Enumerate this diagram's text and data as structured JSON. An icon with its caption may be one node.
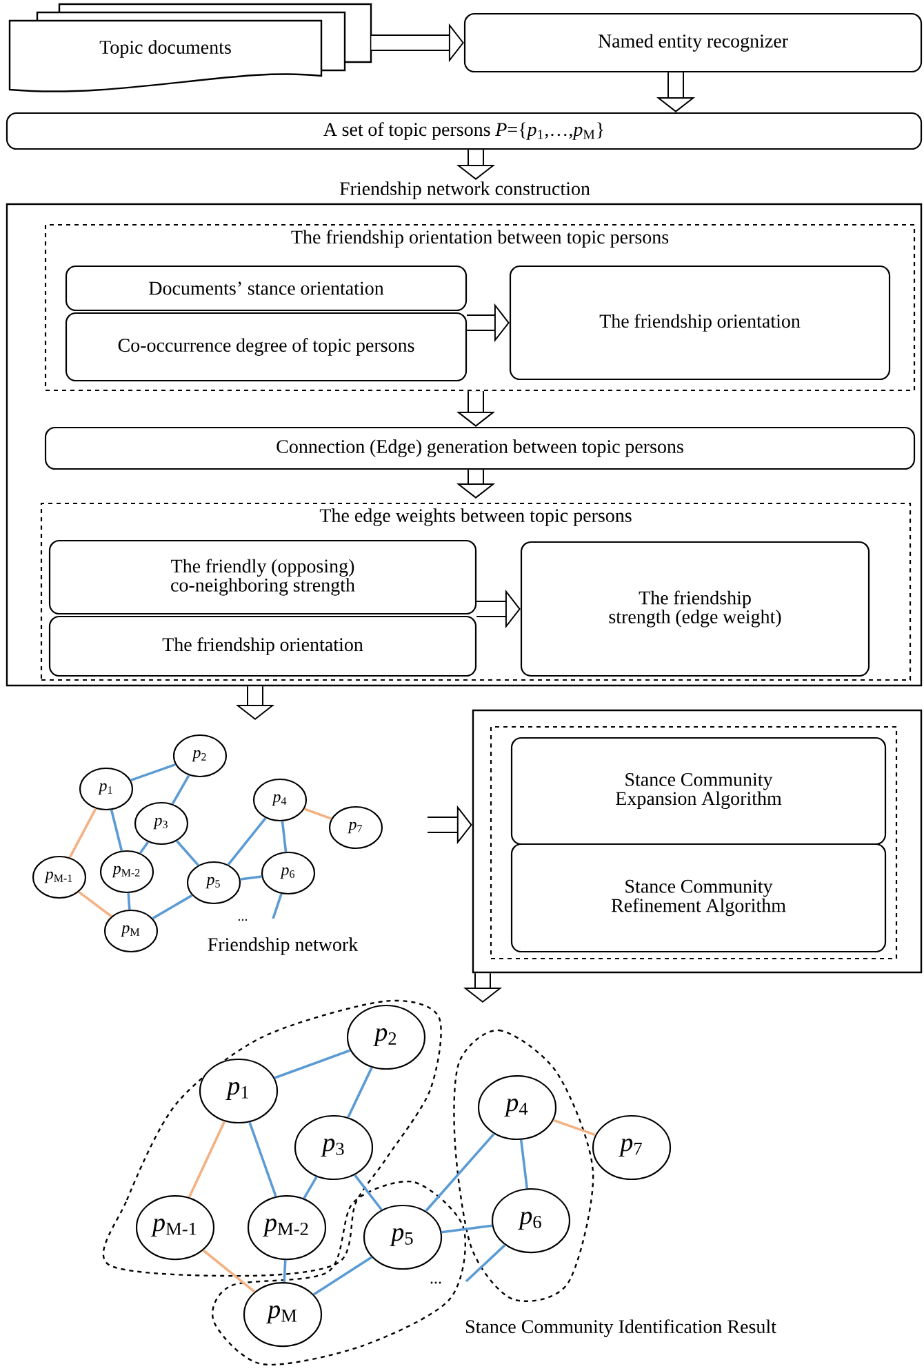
{
  "diagram": {
    "nodes": [
      {
        "text": [
          "Topic documents"
        ]
      },
      {
        "text": [
          "Named entity recognizer"
        ]
      },
      {
        "text": [
          "A set of topic persons *P*={*p*$_{1}$,…,*p*$_{M}$}"
        ]
      },
      {
        "text": [
          "Friendship network construction"
        ]
      },
      {
        "text": [
          "The friendship orientation between topic persons"
        ],
        "in": 3
      },
      {
        "text": [
          "Documents’ stance orientation"
        ],
        "in": 4
      },
      {
        "text": [
          "Co-occurrence degree of topic persons"
        ],
        "in": 4
      },
      {
        "text": [
          "The friendship orientation"
        ],
        "in": 4
      },
      {
        "text": [
          "Connection (Edge) generation between topic persons"
        ],
        "in": 3
      },
      {
        "text": [
          "The edge weights between topic persons"
        ],
        "in": 3
      },
      {
        "text": [
          "The friendly (opposing) co-neighboring strength"
        ],
        "in": 9
      },
      {
        "text": [
          "The friendship orientation"
        ],
        "in": 9
      },
      {
        "text": [
          "The friendship strength (edge weight)"
        ],
        "in": 9
      },
      {
        "text": [
          "*p*$_{2}$"
        ]
      },
      {
        "text": [
          "*p*$_{1}$"
        ]
      },
      {
        "text": [
          "*p*$_{4}$"
        ]
      },
      {
        "text": [
          "*p*$_{3}$"
        ]
      },
      {
        "text": [
          "*p*$_{7}$"
        ]
      },
      {
        "text": [
          "*p*$_{M-2}$"
        ]
      },
      {
        "text": [
          "*p*$_{6}$"
        ]
      },
      {
        "text": [
          "*p*$_{M-1}$"
        ]
      },
      {
        "text": [
          "*p*$_{5}$"
        ]
      },
      {
        "text": [
          "*p*$_{M}$"
        ]
      },
      {
        "text": [],
        "shape": "box"
      },
      {
        "text": [],
        "shape": "box",
        "in": 23
      },
      {
        "text": [
          "Stance Community Expansion Algorithm"
        ],
        "in": 24
      },
      {
        "text": [
          "Stance Community Refinement Algorithm"
        ],
        "in": 24
      },
      {
        "text": [
          "*p*$_{2}$"
        ]
      },
      {
        "text": [
          "*p*$_{1}$"
        ]
      },
      {
        "text": [
          "*p*$_{4}$"
        ]
      },
      {
        "text": [
          "*p*$_{3}$"
        ]
      },
      {
        "text": [
          "*p*$_{7}$"
        ]
      },
      {
        "text": [
          "*p*$_{M-2}$"
        ]
      },
      {
        "text": [
          "*p*$_{6}$"
        ]
      },
      {
        "text": [
          "*p*$_{M-1}$"
        ]
      },
      {
        "text": [
          "*p*$_{5}$"
        ]
      },
      {
        "text": [
          "*p*$_{M}$"
        ]
      }
    ],
    "edges": [
      {
        "from": 0,
        "to": 1,
        "arrow": "to",
        "style": "thick",
        "color": "#000000"
      },
      {
        "from": 1,
        "to": 2,
        "arrow": "to",
        "style": "thick",
        "color": "#000000"
      },
      {
        "from": 2,
        "to": 3,
        "arrow": "to",
        "style": "thick",
        "color": "#000000"
      },
      {
        "from": 5,
        "to": 7,
        "arrow": "to",
        "style": "thick",
        "color": "#000000"
      },
      {
        "from": 6,
        "to": 7,
        "arrow": "to",
        "style": "thick",
        "color": "#000000"
      },
      {
        "from": 4,
        "to": 8,
        "arrow": "to",
        "style": "thick",
        "color": "#000000"
      },
      {
        "from": 8,
        "to": 9,
        "arrow": "to",
        "style": "thick",
        "color": "#000000"
      },
      {
        "from": 10,
        "to": 12,
        "arrow": "to",
        "style": "thick",
        "color": "#000000"
      },
      {
        "from": 11,
        "to": 12,
        "arrow": "to",
        "style": "thick",
        "color": "#000000"
      },
      {
        "from": 3,
        "to": null,
        "arrow": "to",
        "style": "thick",
        "color": "#000000"
      },
      {
        "from": null,
        "to": 23,
        "arrow": "to",
        "style": "thick",
        "color": "#000000"
      },
      {
        "from": 23,
        "to": null,
        "arrow": "to",
        "style": "thick",
        "color": "#000000"
      },
      {
        "from": 14,
        "to": 13,
        "arrow": "none",
        "color": "#5b9bd5"
      },
      {
        "from": 13,
        "to": 16,
        "arrow": "none",
        "color": "#5b9bd5"
      },
      {
        "from": 14,
        "to": 18,
        "arrow": "none",
        "color": "#5b9bd5"
      },
      {
        "from": 16,
        "to": 18,
        "arrow": "none",
        "color": "#5b9bd5"
      },
      {
        "from": 16,
        "to": 21,
        "arrow": "none",
        "color": "#5b9bd5"
      },
      {
        "from": 15,
        "to": 21,
        "arrow": "none",
        "color": "#5b9bd5"
      },
      {
        "from": 15,
        "to": 19,
        "arrow": "none",
        "color": "#5b9bd5"
      },
      {
        "from": 21,
        "to": 19,
        "arrow": "none",
        "color": "#5b9bd5"
      },
      {
        "from": 21,
        "to": 22,
        "arrow": "none",
        "color": "#5b9bd5"
      },
      {
        "from": 18,
        "to": 22,
        "arrow": "none",
        "color": "#5b9bd5"
      },
      {
        "from": 19,
        "to": null,
        "arrow": "none",
        "color": "#5b9bd5"
      },
      {
        "from": 14,
        "to": 20,
        "arrow": "none",
        "color": "#f4b183"
      },
      {
        "from": 20,
        "to": 22,
        "arrow": "none",
        "color": "#f4b183"
      },
      {
        "from": 15,
        "to": 17,
        "arrow": "none",
        "color": "#f4b183"
      },
      {
        "from": 28,
        "to": 27,
        "arrow": "none",
        "color": "#5b9bd5"
      },
      {
        "from": 27,
        "to": 30,
        "arrow": "none",
        "color": "#5b9bd5"
      },
      {
        "from": 28,
        "to": 32,
        "arrow": "none",
        "color": "#5b9bd5"
      },
      {
        "from": 30,
        "to": 32,
        "arrow": "none",
        "color": "#5b9bd5"
      },
      {
        "from": 30,
        "to": 35,
        "arrow": "none",
        "color": "#5b9bd5"
      },
      {
        "from": 29,
        "to": 35,
        "arrow": "none",
        "color": "#5b9bd5"
      },
      {
        "from": 29,
        "to": 33,
        "arrow": "none",
        "color": "#5b9bd5"
      },
      {
        "from": 35,
        "to": 33,
        "arrow": "none",
        "color": "#5b9bd5"
      },
      {
        "from": 35,
        "to": 36,
        "arrow": "none",
        "color": "#5b9bd5"
      },
      {
        "from": 32,
        "to": 36,
        "arrow": "none",
        "color": "#5b9bd5"
      },
      {
        "from": 33,
        "to": null,
        "arrow": "none",
        "color": "#5b9bd5"
      },
      {
        "from": 28,
        "to": 34,
        "arrow": "none",
        "color": "#f4b183"
      },
      {
        "from": 34,
        "to": 36,
        "arrow": "none",
        "color": "#f4b183"
      },
      {
        "from": 29,
        "to": 31,
        "arrow": "none",
        "color": "#f4b183"
      }
    ],
    "labels": [
      "...",
      "Friendship network",
      "...",
      "Stance Community Identification Result"
    ]
  }
}
